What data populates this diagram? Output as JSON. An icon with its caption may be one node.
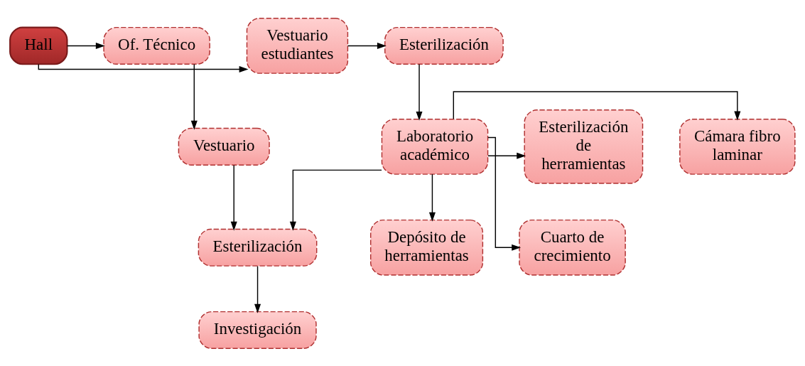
{
  "diagram": {
    "nodes": [
      {
        "text": [
          "Esterilización"
        ]
      },
      {
        "text": [
          "Vestuario estudiantes"
        ]
      },
      {
        "text": [
          "Hall"
        ]
      },
      {
        "text": [
          "Of. Técnico"
        ]
      },
      {
        "text": [
          "Cámara fibro laminar"
        ]
      },
      {
        "text": [
          "Laboratorio académico"
        ]
      },
      {
        "text": [
          "Esterilización de herramientas"
        ]
      },
      {
        "text": [
          "Vestuario"
        ]
      },
      {
        "text": [
          "Cuarto de crecimiento"
        ]
      },
      {
        "text": [
          "Depósito de herramientas"
        ]
      },
      {
        "text": [
          "Esterilización"
        ]
      },
      {
        "text": [
          "Investigación"
        ]
      }
    ],
    "edges": [
      {
        "from": 2,
        "to": 1,
        "arrow": "to"
      },
      {
        "from": 2,
        "to": 3,
        "arrow": "to"
      },
      {
        "from": 1,
        "to": 0,
        "arrow": "to"
      },
      {
        "from": 0,
        "to": 5,
        "arrow": "to"
      },
      {
        "from": 5,
        "to": 4,
        "arrow": "to"
      },
      {
        "from": 5,
        "to": 6,
        "arrow": "to"
      },
      {
        "from": 5,
        "to": 8,
        "arrow": "to"
      },
      {
        "from": 5,
        "to": 9,
        "arrow": "to"
      },
      {
        "from": 5,
        "to": 10,
        "arrow": "to"
      },
      {
        "from": 3,
        "to": 7,
        "arrow": "to"
      },
      {
        "from": 7,
        "to": 10,
        "arrow": "to"
      },
      {
        "from": 10,
        "to": 11,
        "arrow": "to"
      }
    ]
  }
}
